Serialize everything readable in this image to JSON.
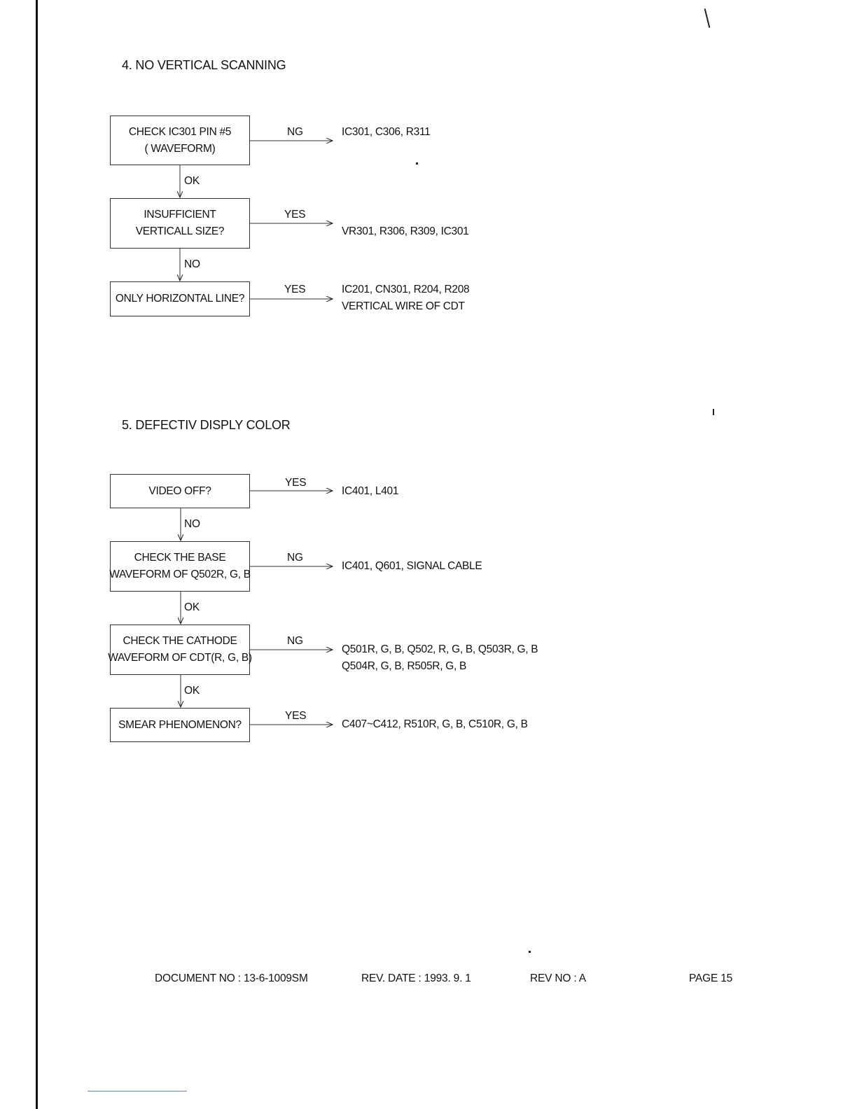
{
  "section4": {
    "title": "4. NO VERTICAL SCANNING",
    "steps": [
      {
        "lines": [
          "CHECK IC301 PIN #5",
          "( WAVEFORM)"
        ],
        "branch_label": "NG",
        "result": [
          "IC301, C306, R311"
        ],
        "down_label": "OK"
      },
      {
        "lines": [
          "INSUFFICIENT",
          "VERTICALL SIZE?"
        ],
        "branch_label": "YES",
        "result": [
          "VR301, R306, R309, IC301"
        ],
        "down_label": "NO"
      },
      {
        "lines": [
          "ONLY HORIZONTAL LINE?"
        ],
        "branch_label": "YES",
        "result": [
          "IC201, CN301, R204, R208",
          "VERTICAL WIRE OF CDT"
        ]
      }
    ]
  },
  "section5": {
    "title": "5. DEFECTIV DISPLY COLOR",
    "steps": [
      {
        "lines": [
          "VIDEO OFF?"
        ],
        "branch_label": "YES",
        "result": [
          "IC401, L401"
        ],
        "down_label": "NO"
      },
      {
        "lines": [
          "CHECK THE BASE",
          "WAVEFORM OF Q502R, G, B"
        ],
        "branch_label": "NG",
        "result": [
          "IC401, Q601, SIGNAL CABLE"
        ],
        "down_label": "OK"
      },
      {
        "lines": [
          "CHECK THE CATHODE",
          "WAVEFORM OF CDT(R, G, B)"
        ],
        "branch_label": "NG",
        "result": [
          "Q501R, G, B, Q502, R, G, B, Q503R, G, B",
          "Q504R, G, B, R505R, G, B"
        ],
        "down_label": "OK"
      },
      {
        "lines": [
          "SMEAR PHENOMENON?"
        ],
        "branch_label": "YES",
        "result": [
          "C407~C412, R510R, G, B, C510R, G, B"
        ]
      }
    ]
  },
  "footer": {
    "document_no": "DOCUMENT NO : 13-6-1009SM",
    "rev_date": "REV. DATE : 1993. 9. 1",
    "rev_no": "REV NO : A",
    "page": "PAGE 15"
  }
}
